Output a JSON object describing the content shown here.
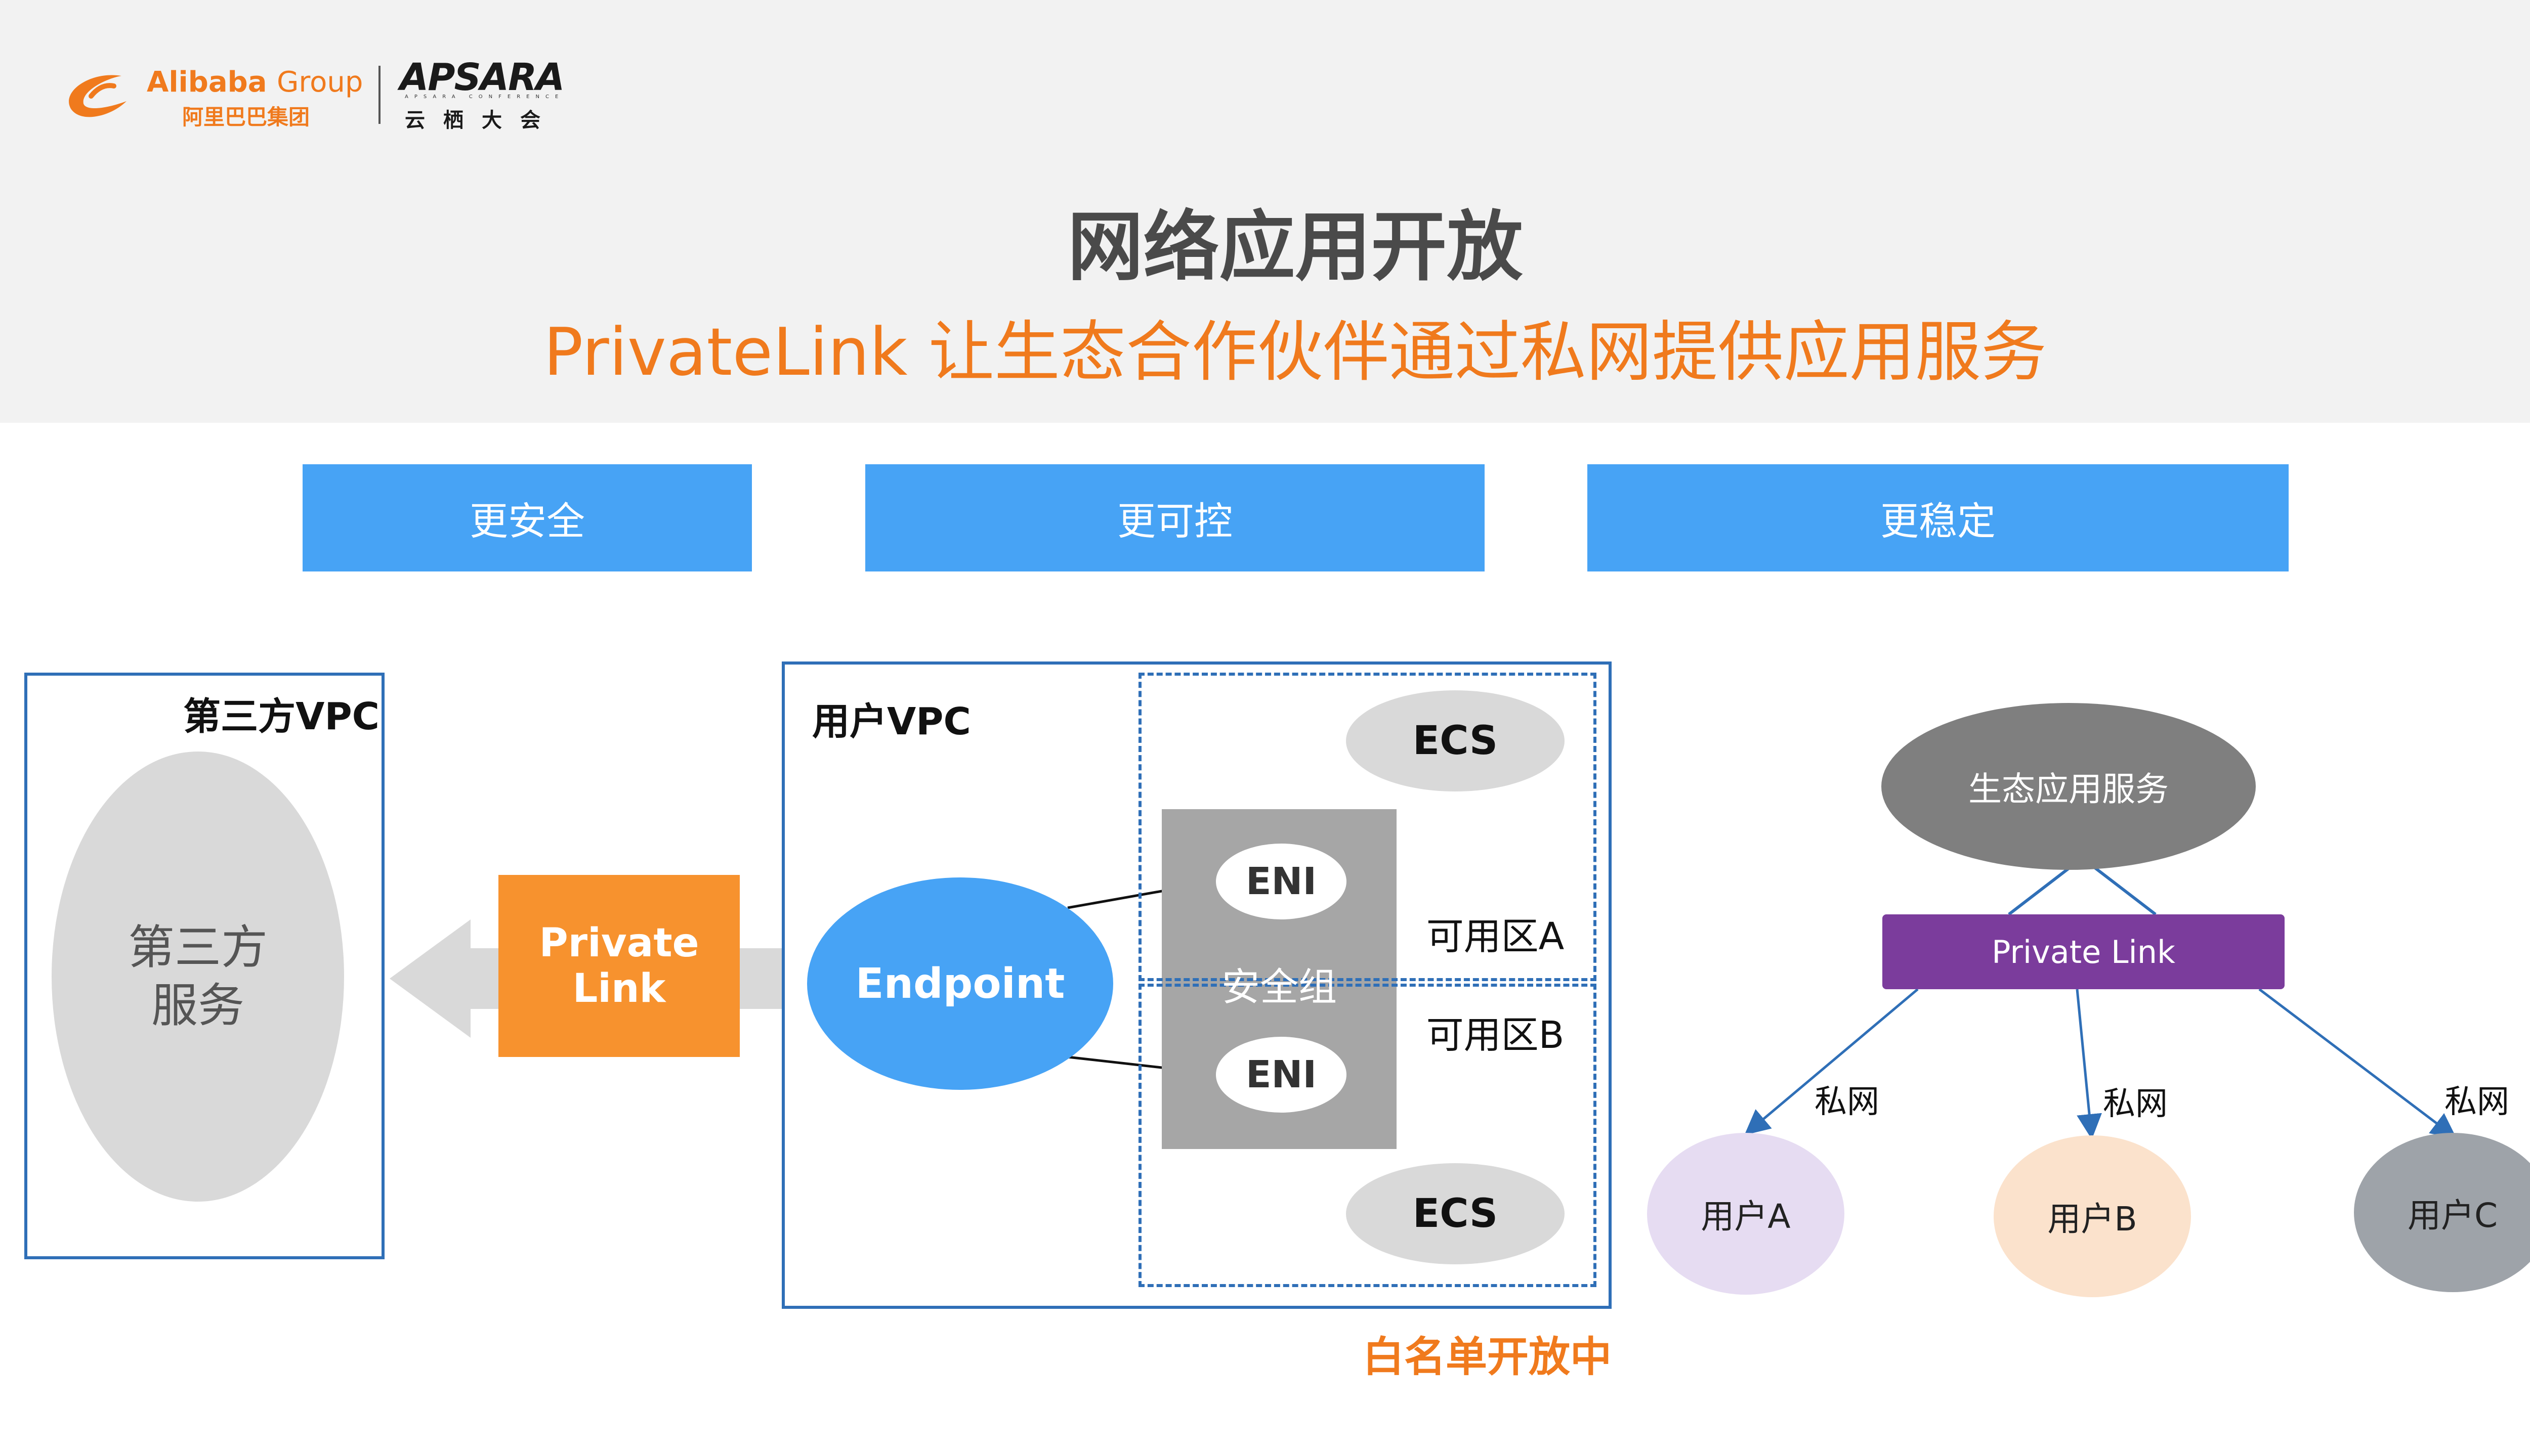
{
  "header": {
    "logo": {
      "alibaba_brand": "Alibaba",
      "alibaba_group": "Group",
      "alibaba_cn": "阿里巴巴集团",
      "apsara_name": "APSARA",
      "apsara_conference": "APSARA CONFERENCE",
      "apsara_cn": "云栖大会"
    },
    "title": "网络应用开放",
    "subtitle": "PrivateLink 让生态合作伙伴通过私网提供应用服务"
  },
  "features": [
    "更安全",
    "更可控",
    "更稳定"
  ],
  "left_diagram": {
    "third_party_vpc_label": "第三方VPC",
    "third_party_service": "第三方\n服务",
    "private_link_label": "Private Link",
    "user_vpc_label": "用户VPC",
    "endpoint_label": "Endpoint",
    "security_group_label": "安全组",
    "eni_labels": [
      "ENI",
      "ENI"
    ],
    "ecs_labels": [
      "ECS",
      "ECS"
    ],
    "zone_a_label": "可用区A",
    "zone_b_label": "可用区B",
    "whitelist_note": "白名单开放中"
  },
  "right_diagram": {
    "eco_service_label": "生态应用服务",
    "private_link_label": "Private Link",
    "private_net_labels": [
      "私网",
      "私网",
      "私网"
    ],
    "users": [
      "用户A",
      "用户B",
      "用户C"
    ]
  },
  "colors": {
    "brand_orange": "#f07a1d",
    "feature_blue": "#47a3f5",
    "box_border_blue": "#2f6fb7",
    "private_link_orange": "#f7922e",
    "private_link_purple": "#7b3c9c"
  },
  "icons": [
    "alibaba-logo-icon",
    "apsara-logo-icon",
    "arrow-left-icon"
  ]
}
